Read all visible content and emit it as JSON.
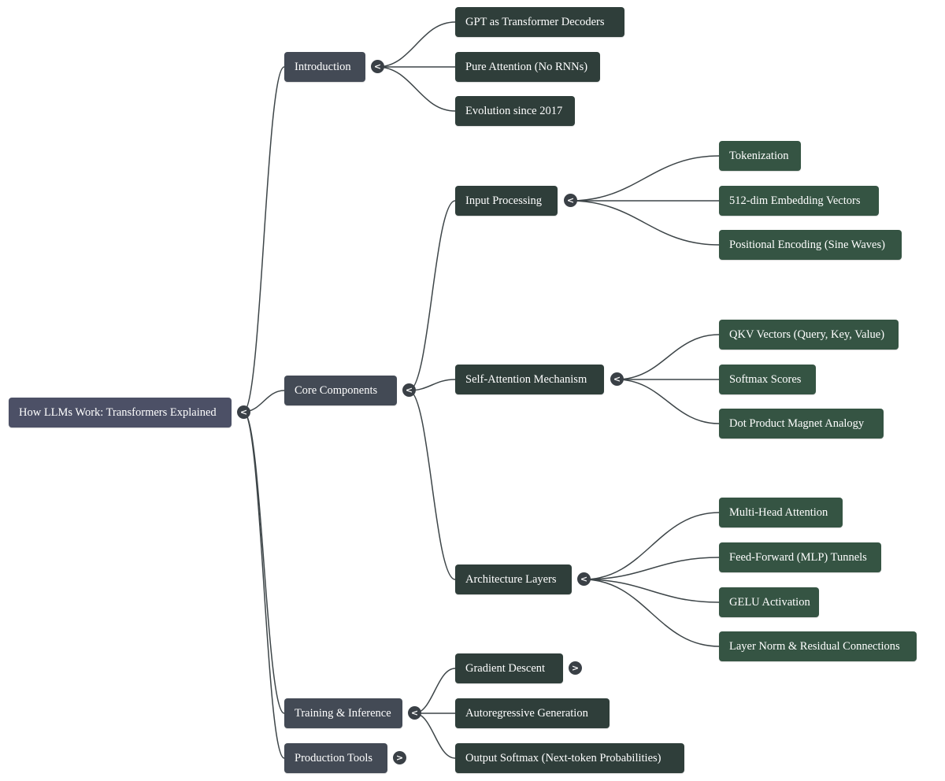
{
  "colors": {
    "root": "#4c5066",
    "level1": "#434a55",
    "level2": "#2f3e3a",
    "level3": "#355443",
    "edge": "#3d4548",
    "toggle": "#3a4046"
  },
  "icons": {
    "collapse": "<",
    "expand": ">"
  },
  "mindmap": {
    "root": {
      "label": "How LLMs Work: Transformers Explained"
    },
    "introduction": {
      "label": "Introduction",
      "children": [
        "GPT as Transformer Decoders",
        "Pure Attention (No RNNs)",
        "Evolution since 2017"
      ]
    },
    "core": {
      "label": "Core Components",
      "input": {
        "label": "Input Processing",
        "children": [
          "Tokenization",
          "512-dim Embedding Vectors",
          "Positional Encoding (Sine Waves)"
        ]
      },
      "attention": {
        "label": "Self-Attention Mechanism",
        "children": [
          "QKV Vectors (Query, Key, Value)",
          "Softmax Scores",
          "Dot Product Magnet Analogy"
        ]
      },
      "architecture": {
        "label": "Architecture Layers",
        "children": [
          "Multi-Head Attention",
          "Feed-Forward (MLP) Tunnels",
          "GELU Activation",
          "Layer Norm & Residual Connections"
        ]
      }
    },
    "training": {
      "label": "Training & Inference",
      "children": [
        "Gradient Descent",
        "Autoregressive Generation",
        "Output Softmax (Next-token Probabilities)"
      ]
    },
    "production": {
      "label": "Production Tools"
    }
  }
}
